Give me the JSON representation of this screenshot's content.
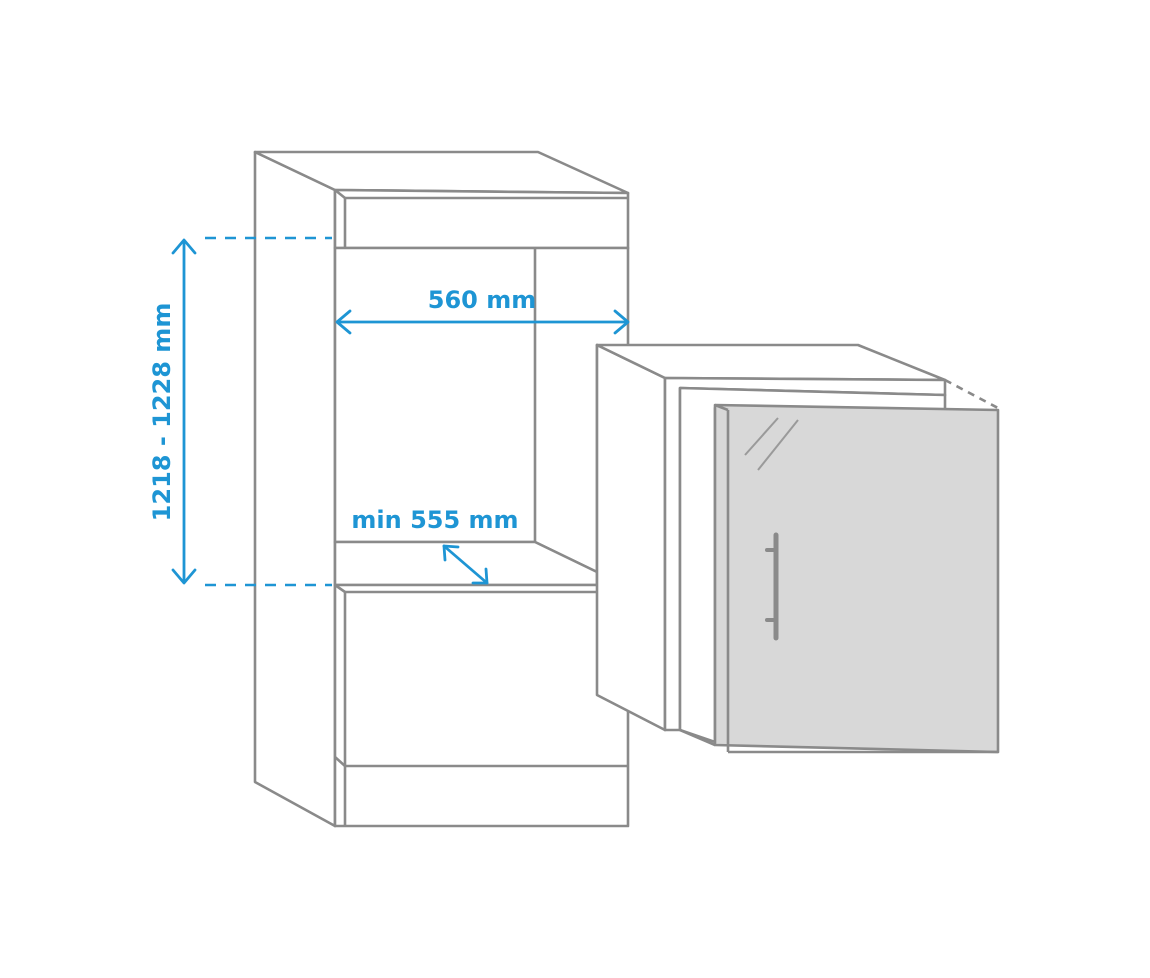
{
  "dimensions": {
    "height": "1218 - 1228 mm",
    "width": "560 mm",
    "depth": "min 555 mm"
  },
  "colors": {
    "dimension": "#1e95d4",
    "outline": "#8a8a8a",
    "door_fill": "#d8d8d8"
  }
}
